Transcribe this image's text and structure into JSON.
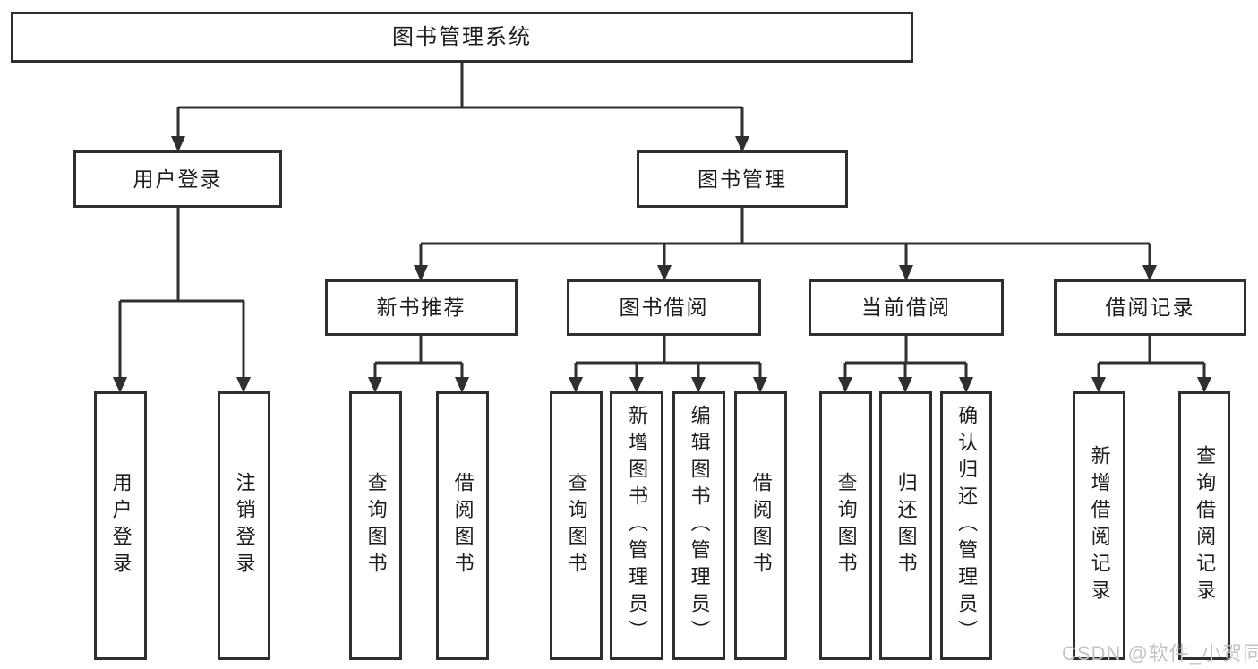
{
  "diagram": {
    "root": {
      "label": "图书管理系统"
    },
    "level2": {
      "user_login": {
        "label": "用户登录"
      },
      "book_management": {
        "label": "图书管理"
      }
    },
    "level3": {
      "new_book_recommend": {
        "label": "新书推荐"
      },
      "book_borrow": {
        "label": "图书借阅"
      },
      "current_borrow": {
        "label": "当前借阅"
      },
      "borrow_records": {
        "label": "借阅记录"
      }
    },
    "leaves": {
      "user_login": [
        "用户登录",
        "注销登录"
      ],
      "new_book_recommend": [
        "查询图书",
        "借阅图书"
      ],
      "book_borrow": [
        "查询图书",
        "新增图书（管理员）",
        "编辑图书（管理员）",
        "借阅图书"
      ],
      "current_borrow": [
        "查询图书",
        "归还图书",
        "确认归还（管理员）"
      ],
      "borrow_records": [
        "新增借阅记录",
        "查询借阅记录"
      ]
    }
  },
  "watermark": {
    "text": "CSDN @软件_小贺同学"
  },
  "colors": {
    "line": "#2f2f2f",
    "text": "#1c1c1c",
    "watermark": "#c4c4c4",
    "background": "#ffffff"
  }
}
